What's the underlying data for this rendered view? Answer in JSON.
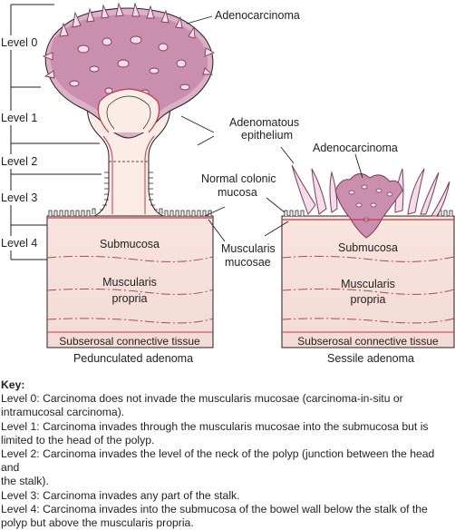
{
  "diagram": {
    "level_labels": [
      "Level 0",
      "Level 1",
      "Level 2",
      "Level 3",
      "Level 4"
    ],
    "callouts": {
      "adenocarcinoma_left": "Adenocarcinoma",
      "adenomatous_epithelium_line1": "Adenomatous",
      "adenomatous_epithelium_line2": "epithelium",
      "adenocarcinoma_right": "Adenocarcinoma",
      "normal_mucosa_line1": "Normal colonic",
      "normal_mucosa_line2": "mucosa",
      "muscularis_mucosae_line1": "Muscularis",
      "muscularis_mucosae_line2": "mucosae"
    },
    "layers": {
      "submucosa": "Submucosa",
      "muscularis_line1": "Muscularis",
      "muscularis_line2": "propria",
      "serosa": "Subserosal connective tissue"
    },
    "captions": {
      "pedunculated": "Pedunculated adenoma",
      "sessile": "Sessile adenoma"
    },
    "colors": {
      "tumor_fill": "#d4a6bf",
      "tumor_dark": "#8a4a6e",
      "wall_fill": "#f7e6e1",
      "stalk_fill": "#fbece8",
      "line_red": "#c0394a",
      "muscle_line": "#a94d4d",
      "text": "#231f20"
    }
  },
  "key": {
    "title": "Key:",
    "lines": [
      "Level 0: Carcinoma does not invade the muscularis mucosae (carcinoma-in-situ or",
      "intramucosal carcinoma).",
      "Level 1: Carcinoma invades through the muscularis mucosae into the submucosa but is",
      "limited to the head of the polyp.",
      "Level 2: Carcinoma invades the level of the neck of the polyp (junction between the head and",
      "the stalk).",
      "Level 3: Carcinoma invades any part of the stalk.",
      "Level 4: Carcinoma invades into the submucosa of the bowel wall below the stalk of the",
      "polyp but above the muscularis propria."
    ]
  }
}
